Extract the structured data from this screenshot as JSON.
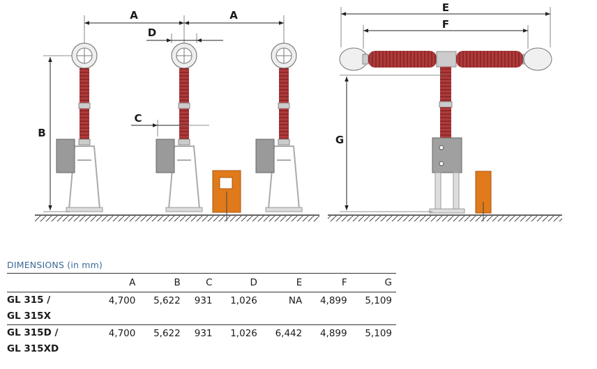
{
  "diagram": {
    "labels": {
      "A1": "A",
      "A2": "A",
      "B": "B",
      "C": "C",
      "D": "D",
      "E": "E",
      "F": "F",
      "G": "G"
    }
  },
  "colors": {
    "insulator": "#b03a3a",
    "cabinet_orange": "#e07a1a",
    "cabinet_gray": "#9a9a9a",
    "frame": "#d8d8d8"
  },
  "table": {
    "title": "DIMENSIONS (in mm)",
    "columns": [
      "",
      "A",
      "B",
      "C",
      "D",
      "E",
      "F",
      "G"
    ],
    "rows": [
      {
        "model_line1": "GL 315 /",
        "model_line2": "GL 315X",
        "values": [
          "4,700",
          "5,622",
          "931",
          "1,026",
          "NA",
          "4,899",
          "5,109"
        ]
      },
      {
        "model_line1": "GL 315D /",
        "model_line2": "GL 315XD",
        "values": [
          "4,700",
          "5,622",
          "931",
          "1,026",
          "6,442",
          "4,899",
          "5,109"
        ]
      }
    ]
  }
}
